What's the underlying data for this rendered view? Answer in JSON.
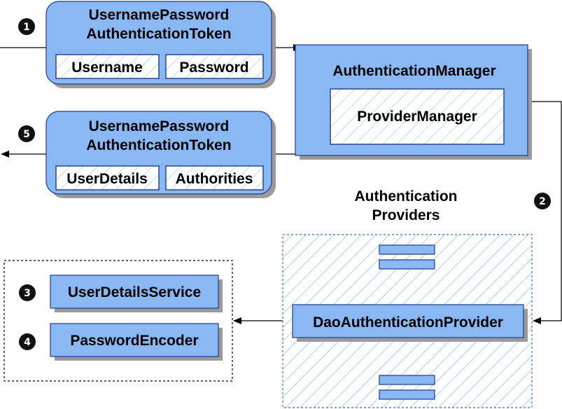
{
  "request_token": {
    "title_line1": "UsernamePassword",
    "title_line2": "AuthenticationToken",
    "field1": "Username",
    "field2": "Password"
  },
  "result_token": {
    "title_line1": "UsernamePassword",
    "title_line2": "AuthenticationToken",
    "field1": "UserDetails",
    "field2": "Authorities"
  },
  "manager": {
    "title": "AuthenticationManager",
    "inner": "ProviderManager"
  },
  "providers": {
    "label_line1": "Authentication",
    "label_line2": "Providers",
    "dao": "DaoAuthenticationProvider"
  },
  "services": {
    "user_details_service": "UserDetailsService",
    "password_encoder": "PasswordEncoder"
  },
  "steps": [
    "1",
    "2",
    "3",
    "4",
    "5"
  ],
  "colors": {
    "box_fill": "#8ab8f5",
    "box_stroke": "#1f3a8a",
    "shadow": "#9a9a9a",
    "hatch": "#a9c7ee",
    "step_circle": "#111111"
  }
}
